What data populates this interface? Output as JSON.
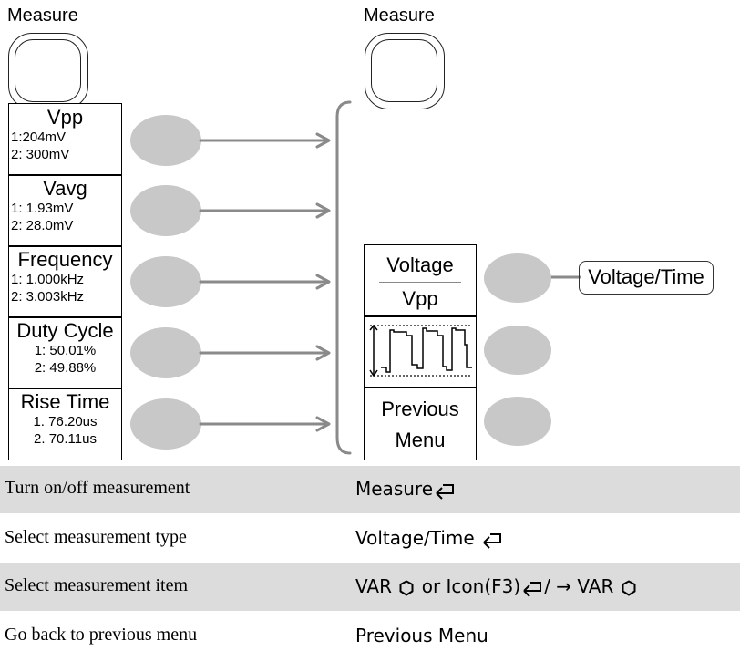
{
  "left_key": {
    "label": "Measure"
  },
  "right_key": {
    "label": "Measure"
  },
  "measure_items": [
    {
      "title": "Vpp",
      "line1": "1:204mV",
      "line2": "2: 300mV"
    },
    {
      "title": "Vavg",
      "line1": "1: 1.93mV",
      "line2": "2: 28.0mV"
    },
    {
      "title": "Frequency",
      "line1": "1: 1.000kHz",
      "line2": "2: 3.003kHz"
    },
    {
      "title": "Duty Cycle",
      "line1": "1: 50.01%",
      "line2": "2: 49.88%"
    },
    {
      "title": "Rise Time",
      "line1": "1. 76.20us",
      "line2": "2. 70.11us"
    }
  ],
  "right_menu": {
    "voltage_label": "Voltage",
    "vpp_label": "Vpp",
    "previous_line1": "Previous",
    "previous_line2": "Menu",
    "callout": "Voltage/Time"
  },
  "steps": [
    {
      "label": "Turn on/off measurement",
      "value": "Measure"
    },
    {
      "label": "Select measurement type",
      "value": "Voltage/Time"
    },
    {
      "label": "Select measurement item",
      "value_a": "VAR",
      "value_b": "or Icon(F3)",
      "value_c": "/ → VAR"
    },
    {
      "label": "Go back to previous menu",
      "value": "Previous Menu"
    }
  ]
}
